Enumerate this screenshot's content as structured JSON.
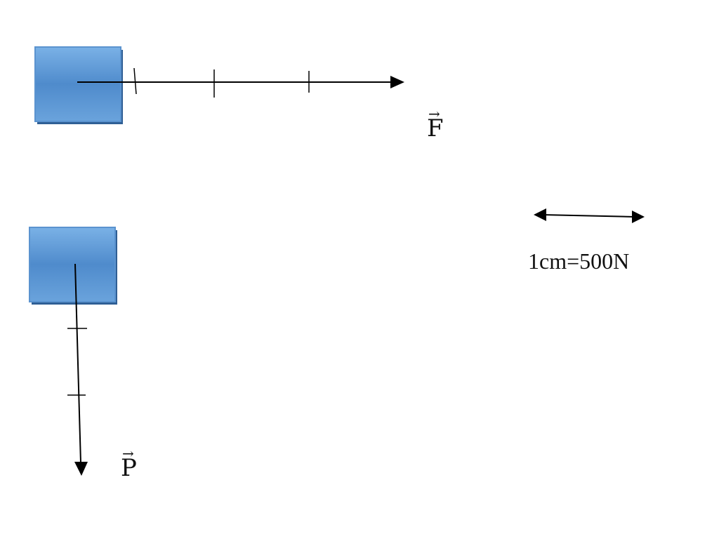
{
  "diagram": {
    "vector_f": {
      "symbol": "F",
      "arrow_mark": "→",
      "tick_marks": 3
    },
    "vector_p": {
      "symbol": "P",
      "arrow_mark": "→",
      "tick_marks": 2
    },
    "scale": {
      "text": "1cm=500N"
    },
    "colors": {
      "block_fill_top": "#6fa8e0",
      "block_fill_bottom": "#4a86c8",
      "block_border": "#3a6ea8",
      "line": "#000000"
    }
  }
}
